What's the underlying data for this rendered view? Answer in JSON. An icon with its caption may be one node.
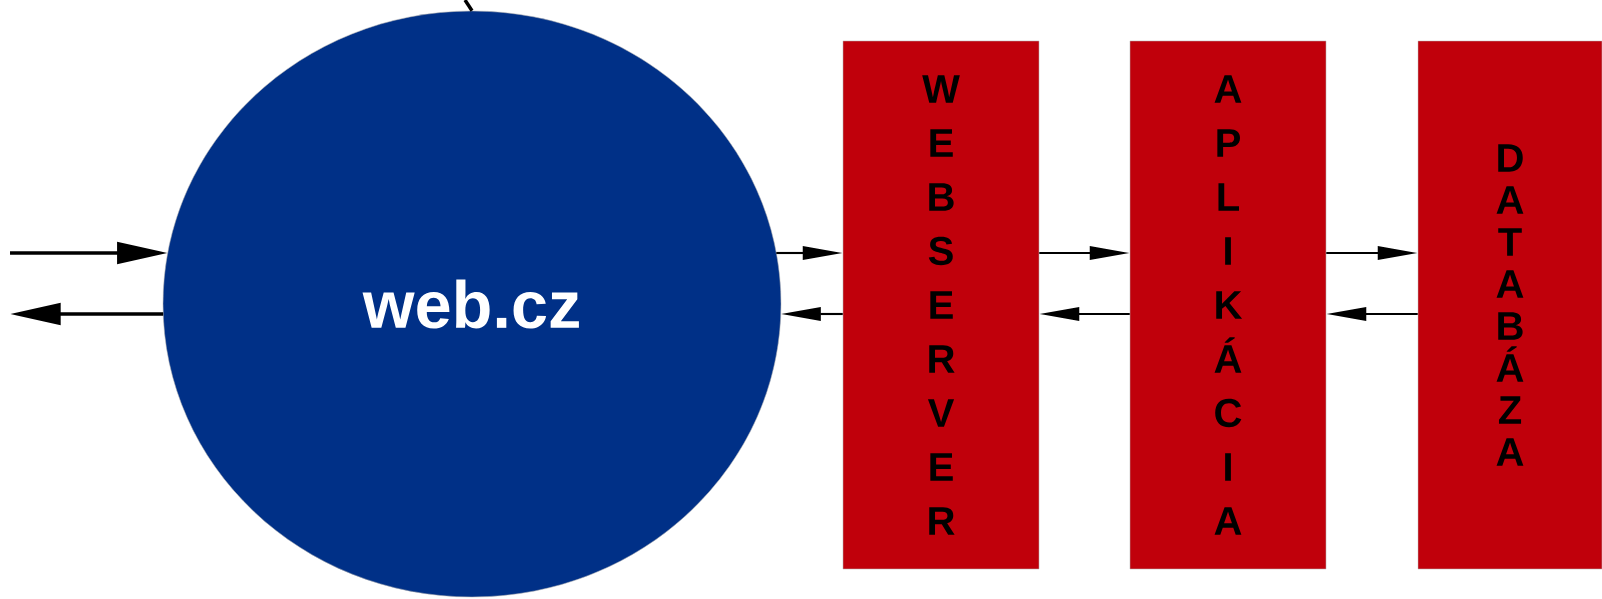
{
  "diagram": {
    "nodes": [
      {
        "text": [
          "web.cz"
        ]
      },
      {
        "text": [
          "WEBSERVER"
        ]
      },
      {
        "text": [
          "APLIKÁCIA"
        ]
      },
      {
        "text": [
          "DATABÁZA"
        ]
      }
    ],
    "edges": [
      {
        "from": null,
        "to": 0,
        "arrow": "none"
      },
      {
        "from": null,
        "to": 0,
        "arrow": "to"
      },
      {
        "from": 0,
        "to": null,
        "arrow": "to"
      },
      {
        "from": 0,
        "to": 1,
        "arrow": "to"
      },
      {
        "from": 1,
        "to": 0,
        "arrow": "to"
      },
      {
        "from": 1,
        "to": 2,
        "arrow": "to"
      },
      {
        "from": 2,
        "to": 1,
        "arrow": "to"
      },
      {
        "from": 2,
        "to": 3,
        "arrow": "to"
      },
      {
        "from": 3,
        "to": 2,
        "arrow": "to"
      }
    ]
  }
}
